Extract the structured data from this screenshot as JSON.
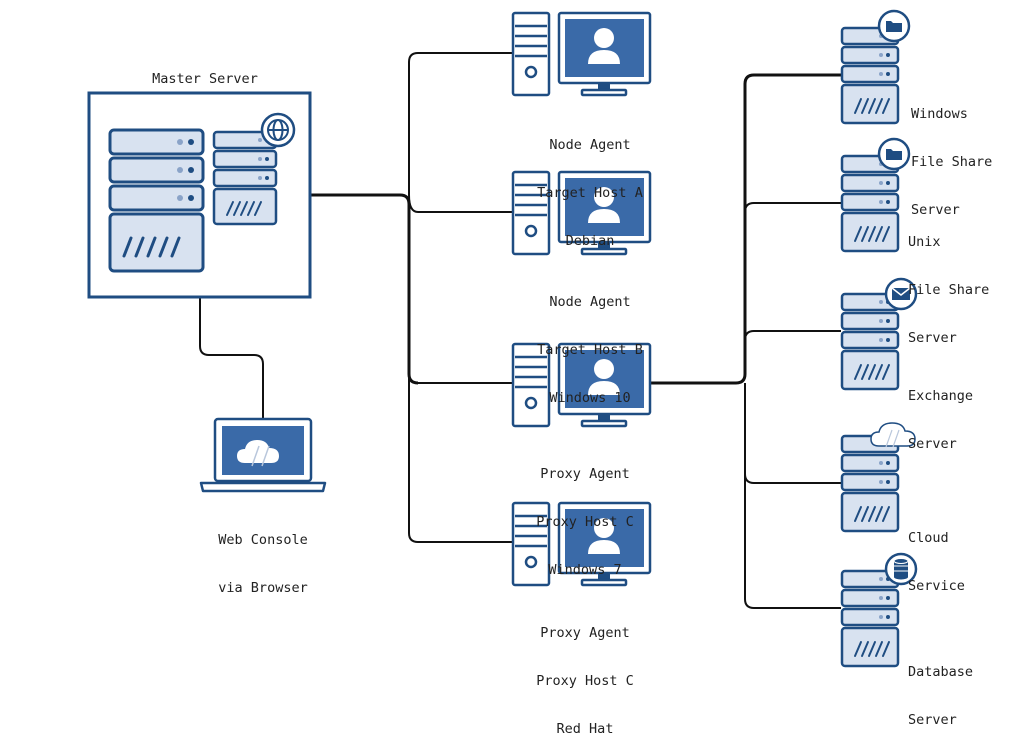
{
  "colors": {
    "navy": "#1f4d82",
    "tile": "#d8e2f0",
    "screen": "#3a6aa8",
    "line": "#111111"
  },
  "master": {
    "title": "Master Server"
  },
  "console": {
    "line1": "Web Console",
    "line2": "via Browser",
    "icon": "cloud-icon"
  },
  "hosts": [
    {
      "line1": "Node Agent",
      "line2": "Target Host A",
      "line3": "Debian"
    },
    {
      "line1": "Node Agent",
      "line2": "Target Host B",
      "line3": "Windows 10"
    },
    {
      "line1": "Proxy Agent",
      "line2": "Proxy Host C",
      "line3": "Windows 7"
    },
    {
      "line1": "Proxy Agent",
      "line2": "Proxy Host C",
      "line3": "Red Hat"
    }
  ],
  "services": [
    {
      "line1": "Windows",
      "line2": "File Share",
      "line3": "Server",
      "badge": "folder-icon"
    },
    {
      "line1": "Unix",
      "line2": "File Share",
      "line3": "Server",
      "badge": "folder-icon"
    },
    {
      "line1": "Exchange",
      "line2": "Server",
      "badge": "mail-icon"
    },
    {
      "line1": "Cloud",
      "line2": "Service",
      "badge": "cloud-icon"
    },
    {
      "line1": "Database",
      "line2": "Server",
      "badge": "database-icon"
    }
  ]
}
